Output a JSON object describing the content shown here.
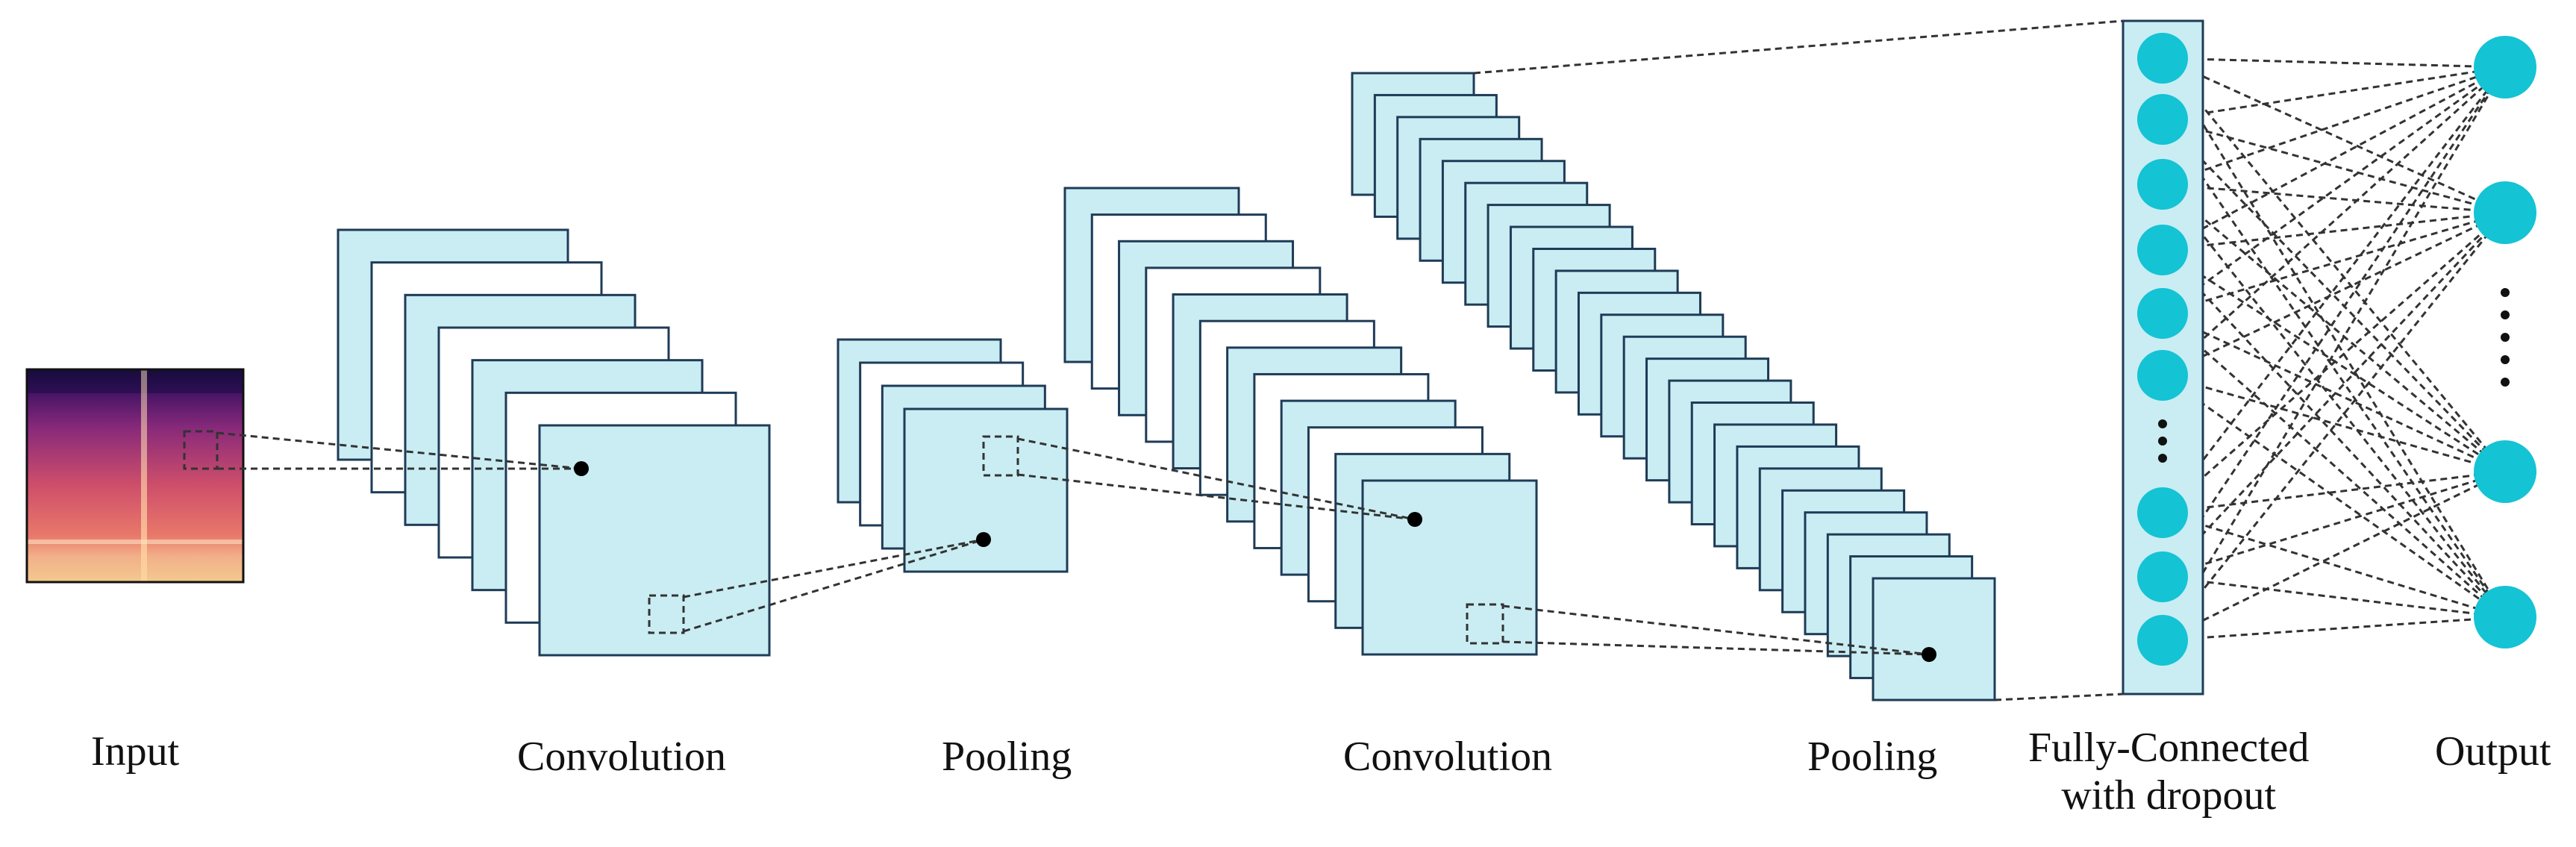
{
  "diagram": {
    "labels": {
      "input": "Input",
      "convolution_1": "Convolution",
      "pooling_1": "Pooling",
      "convolution_2": "Convolution",
      "pooling_2": "Pooling",
      "fully_connected_line1": "Fully-Connected",
      "fully_connected_line2": "with dropout",
      "output": "Output"
    },
    "colors": {
      "feature_map_fill": "#c9edf3",
      "feature_map_back_fill": "#ffffff",
      "feature_map_stroke": "#1f3b57",
      "neuron_fill": "#14c3d4",
      "fc_column_fill": "#c9edf3",
      "connection_line": "#333333",
      "text": "#111111"
    },
    "layers": {
      "convolution_1_map_count": 7,
      "pooling_1_map_count": 4,
      "convolution_2_map_count": 12,
      "pooling_2_map_count": 24,
      "fully_connected_neurons_shown": 9,
      "output_neurons_shown": 4
    },
    "icons": {
      "input": "spectrogram-image",
      "fc_ellipsis": "vertical-ellipsis",
      "output_ellipsis": "vertical-ellipsis"
    }
  }
}
